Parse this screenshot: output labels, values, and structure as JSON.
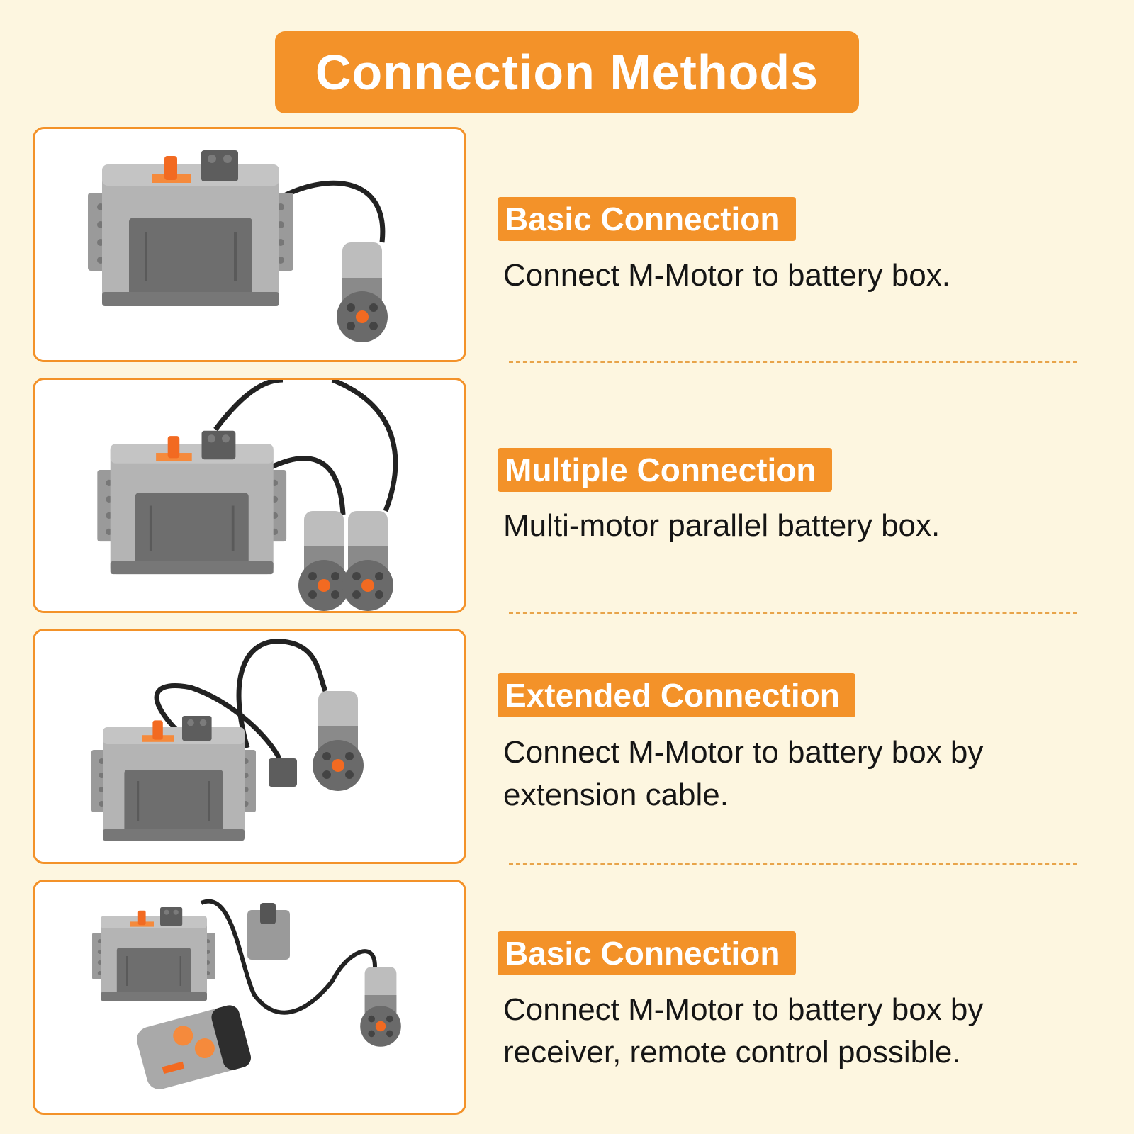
{
  "page": {
    "title": "Connection Methods"
  },
  "colors": {
    "accent": "#f39229",
    "background": "#fdf6e0",
    "gray_light": "#a9a9a9",
    "gray_dark": "#6b6b6b"
  },
  "sections": [
    {
      "label": "Basic Connection",
      "description": "Connect M-Motor to battery box.",
      "image": "battery-box-single-motor"
    },
    {
      "label": "Multiple Connection",
      "description": "Multi-motor parallel battery box.",
      "image": "battery-box-two-motors"
    },
    {
      "label": "Extended Connection",
      "description": "Connect M-Motor to battery box by extension cable.",
      "image": "battery-box-extension-cable-motor"
    },
    {
      "label": "Basic Connection",
      "description": "Connect M-Motor to battery box by receiver, remote control possible.",
      "image": "battery-box-receiver-motor-remote"
    }
  ]
}
